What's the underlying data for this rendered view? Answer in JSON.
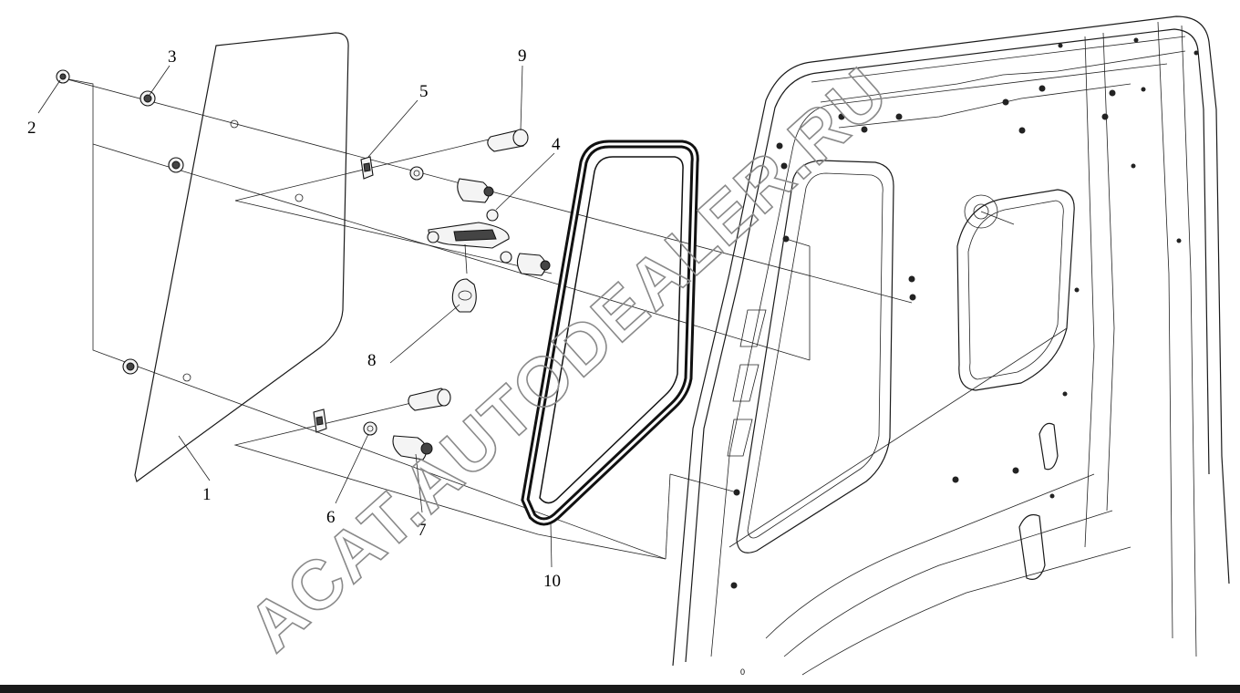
{
  "diagram": {
    "callouts": [
      "1",
      "2",
      "3",
      "4",
      "5",
      "6",
      "7",
      "8",
      "9",
      "10"
    ],
    "watermark": "ACAT.AUTODEALER.RU",
    "corner_mark": "0",
    "colors": {
      "line": "#1a1a1a",
      "background": "#ffffff",
      "watermark": "#8a8a8a",
      "footer_bar": "#1a1a1a"
    }
  }
}
